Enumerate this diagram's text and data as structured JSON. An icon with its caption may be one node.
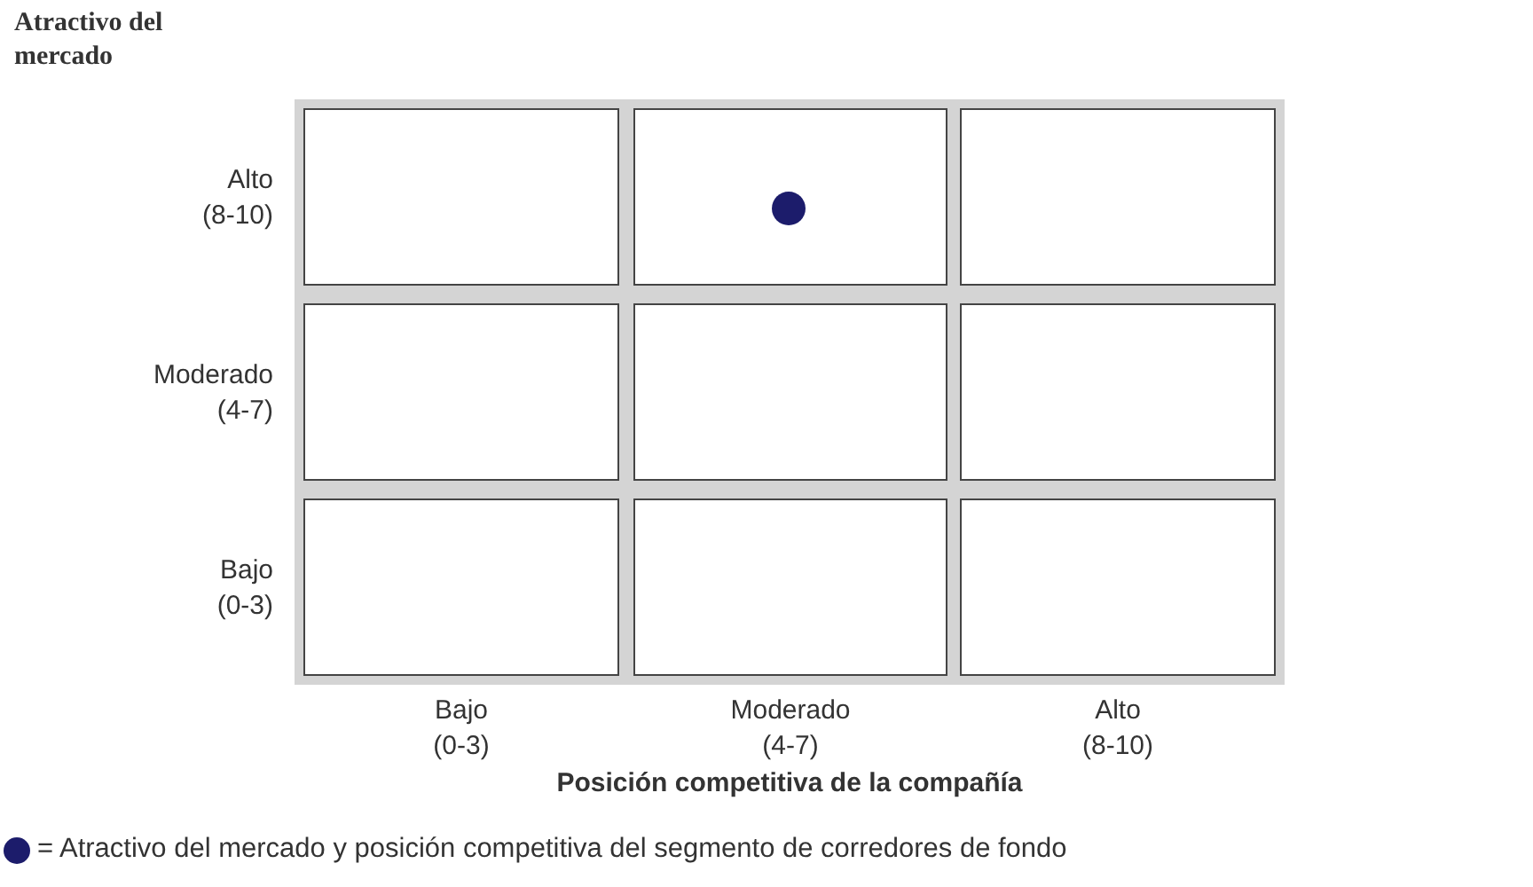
{
  "diagram": {
    "nodes": [
      {
        "text": [],
        "shape": "box"
      },
      {
        "text": [],
        "shape": "box"
      },
      {
        "text": [],
        "shape": "box"
      },
      {
        "text": [],
        "shape": "box"
      },
      {
        "text": [],
        "shape": "box"
      },
      {
        "text": [],
        "shape": "box"
      },
      {
        "text": [],
        "shape": "box"
      },
      {
        "text": [],
        "shape": "box"
      },
      {
        "text": [],
        "shape": "box"
      },
      {
        "text": [],
        "shape": "circle",
        "in": 1
      }
    ],
    "edges": [],
    "labels": [
      "Atractivo del mercado",
      "Alto",
      "(8-10)",
      "Moderado",
      "(4-7)",
      "Bajo",
      "(0-3)",
      "Bajo",
      "(0-3)",
      "Moderado",
      "(4-7)",
      "Alto",
      "(8-10)",
      "Posición competitiva de la compañía"
    ],
    "legend": [
      {
        "text": "= Atractivo del mercado y posición competitiva del segmento de corredores de fondo",
        "color": "#1c1c6b"
      }
    ]
  }
}
